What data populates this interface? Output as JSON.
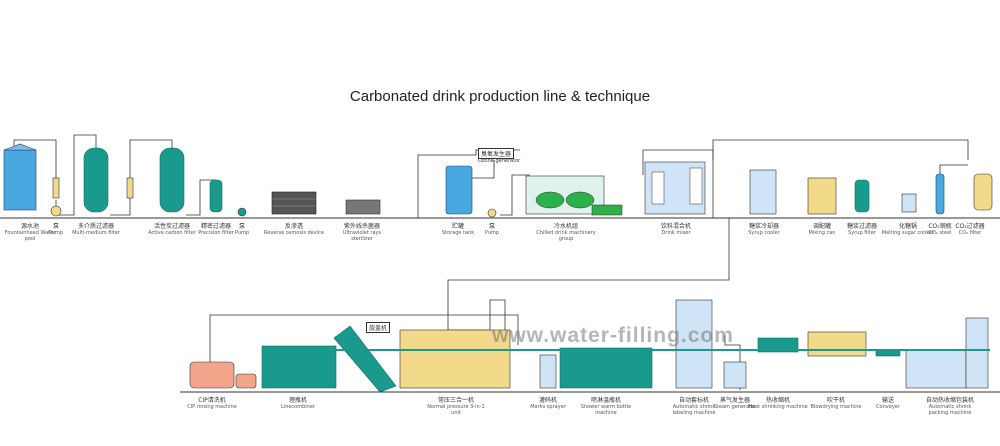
{
  "title": "Carbonated drink production line & technique",
  "watermark": "www.water-filling.com",
  "boxes": {
    "ozone_generator": "臭氧发生器",
    "ozone_generator_en": "Ozone generator",
    "capper": "旋盖机"
  },
  "top_labels": [
    {
      "cn": "源水池",
      "en": "Fountainhead Water pool"
    },
    {
      "cn": "泵",
      "en": "Pump"
    },
    {
      "cn": "多介质过滤器",
      "en": "Multi-medium filter"
    },
    {
      "cn": "活性炭过滤器",
      "en": "Active carbon filter"
    },
    {
      "cn": "精密过滤器",
      "en": "Precision filter"
    },
    {
      "cn": "泵",
      "en": "Pump"
    },
    {
      "cn": "反渗透",
      "en": "Reverse osmosis device"
    },
    {
      "cn": "紫外线杀菌器",
      "en": "Ultraviolet rays sterilizer"
    },
    {
      "cn": "贮罐",
      "en": "Storage tank"
    },
    {
      "cn": "泵",
      "en": "Pump"
    },
    {
      "cn": "冷水机组",
      "en": "Chilled drink machinery group"
    },
    {
      "cn": "饮料混合机",
      "en": "Drink mixer"
    },
    {
      "cn": "糖浆冷却器",
      "en": "Syrup cooler"
    },
    {
      "cn": "调配罐",
      "en": "Mixing can"
    },
    {
      "cn": "糖浆过滤器",
      "en": "Syrup filter"
    },
    {
      "cn": "化糖锅",
      "en": "Melting sugar cooker"
    },
    {
      "cn": "CO₂钢瓶",
      "en": "CO₂ steel"
    },
    {
      "cn": "CO₂过滤器",
      "en": "CO₂ filter"
    }
  ],
  "bottom_labels": [
    {
      "cn": "CIP清洗机",
      "en": "CIP rinsing machine"
    },
    {
      "cn": "理瓶机",
      "en": "Linecombiner"
    },
    {
      "cn": "常压三合一机",
      "en": "Normal pressure 3-in-1 unit"
    },
    {
      "cn": "灌码机",
      "en": "Marks sprayer"
    },
    {
      "cn": "喷淋温瓶机",
      "en": "Shower warm bottle machine"
    },
    {
      "cn": "自动套标机",
      "en": "Automatic shrink labeling machine"
    },
    {
      "cn": "蒸气发生器",
      "en": "Steam generator"
    },
    {
      "cn": "热收缩机",
      "en": "Heat shrinking machine"
    },
    {
      "cn": "吹干机",
      "en": "Blowdrying machine"
    },
    {
      "cn": "输送",
      "en": "Conveyer"
    },
    {
      "cn": "自动热收缩包装机",
      "en": "Automatic shrink packing machine"
    }
  ],
  "colors": {
    "tank_blue": "#4aa8e0",
    "teal": "#1a9a8c",
    "dark_teal": "#0f6f66",
    "gray": "#7a7a7a",
    "yellow": "#f3d98a",
    "salmon": "#f2a58a",
    "light_blue": "#cfe4f7",
    "green": "#2bb04a"
  }
}
